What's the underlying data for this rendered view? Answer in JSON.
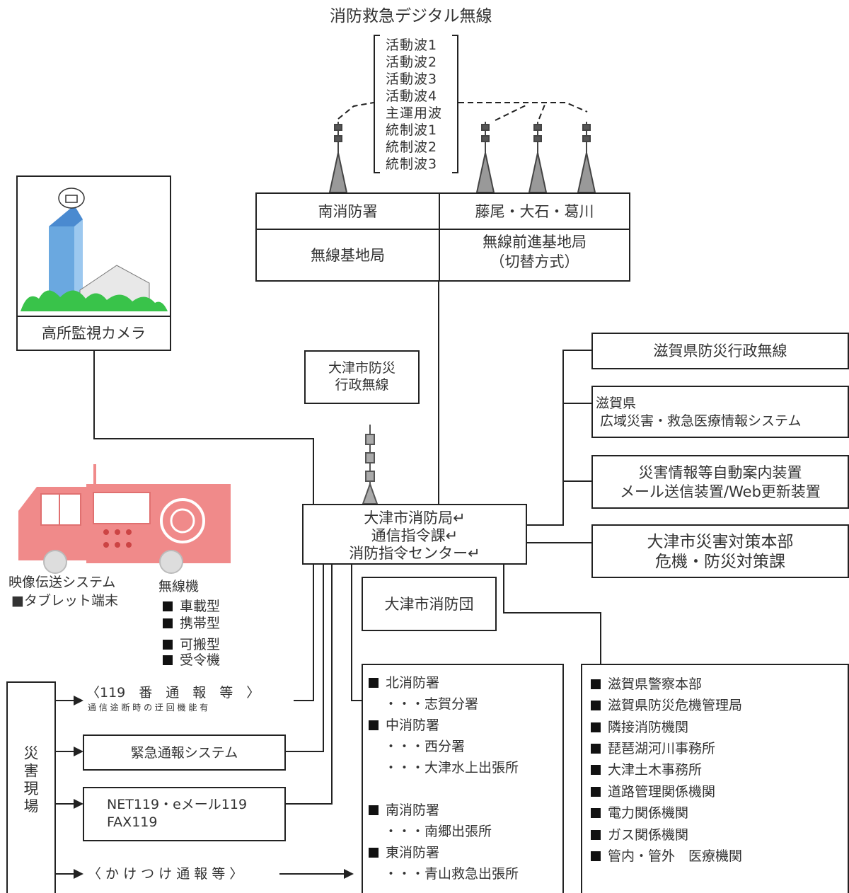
{
  "top": {
    "title": "消防救急デジタル無線",
    "waves": [
      "活動波1",
      "活動波2",
      "活動波3",
      "活動波4",
      "主運用波",
      "統制波1",
      "統制波2",
      "統制波3"
    ]
  },
  "base_table": {
    "minami": "南消防署",
    "others": "藤尾・大石・葛川",
    "base_station": "無線基地局",
    "forward_line1": "無線前進基地局",
    "forward_line2": "（切替方式）"
  },
  "camera": {
    "label": "高所監視カメラ"
  },
  "otsu_admin_radio": {
    "line1": "大津市防災",
    "line2": "行政無線"
  },
  "center": {
    "line1": "大津市消防局↵",
    "line2": "通信指令課↵",
    "line3": "消防指令センター↵"
  },
  "right_boxes": {
    "shiga_admin_radio": "滋賀県防災行政無線",
    "shiga_medical_line1": "滋賀県",
    "shiga_medical_line2": "広域災害・救急医療情報システム",
    "auto_info_line1": "災害情報等自動案内装置",
    "auto_info_line2": "メール送信装置/Web更新装置",
    "hq_line1": "大津市災害対策本部",
    "hq_line2": "危機・防災対策課"
  },
  "fire_corps": "大津市消防団",
  "video": {
    "line1": "映像伝送システム",
    "line2": "■タブレット端末"
  },
  "radio_units": {
    "title": "無線機",
    "items": [
      "車載型",
      "携帯型",
      "可搬型",
      "受令機"
    ]
  },
  "scene": {
    "label": "災害現場"
  },
  "reports": {
    "r119_line1": "〈119　番　通　報　等　〉",
    "r119_line2": "通 信 途 断 時 の 迂 回 機 能 有",
    "emergency_system": "緊急通報システム",
    "net119_line1": "NET119・eメール119",
    "net119_line2": "FAX119",
    "rush": "〈 か け つ け 通 報 等 〉"
  },
  "stations": [
    "北消防署",
    "・・・志賀分署",
    "中消防署",
    "・・・西分署",
    "・・・大津水上出張所",
    "南消防署",
    "・・・南郷出張所",
    "東消防署",
    "・・・青山救急出張所"
  ],
  "agencies": [
    "滋賀県警察本部",
    "滋賀県防災危機管理局",
    "隣接消防機関",
    "琵琶湖河川事務所",
    "大津土木事務所",
    "道路管理関係機関",
    "電力関係機関",
    "ガス関係機関",
    "管内・管外　医療機関"
  ],
  "colors": {
    "truck_red": "#f08a8a",
    "building_blue": "#6aa8e0",
    "grass_green": "#39c34a",
    "line": "#222222"
  }
}
